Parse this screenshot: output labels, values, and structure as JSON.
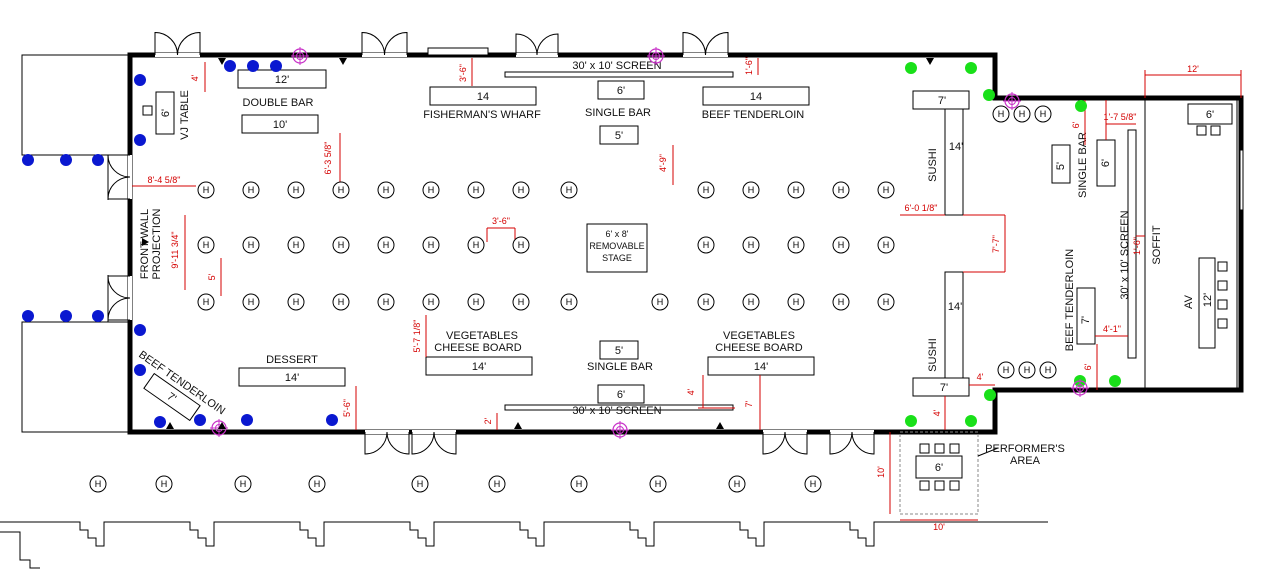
{
  "colors": {
    "wall": "#000000",
    "dimension": "#d40000",
    "blue_light": "#0a18d0",
    "green_light": "#19e019",
    "magenta_fixture": "#c832c8"
  },
  "icons": {
    "highboy_table": "circle-with-H",
    "uplight": "filled-circle",
    "speaker": "magenta-crosshair-circle",
    "door": "double-swing-door"
  },
  "highboy_letter": "H",
  "labels": {
    "screen_top": "30' x 10' SCREEN",
    "screen_bottom": "30' x 10' SCREEN",
    "screen_right": "30' x 10' SCREEN",
    "double_bar": "DOUBLE BAR",
    "double_bar_len": "12'",
    "double_bar_len2": "10'",
    "vj_table": "VJ TABLE",
    "vj_table_len": "6'",
    "fishermans_wharf": "FISHERMAN'S WHARF",
    "fishermans_len": "14",
    "single_bar_top": "SINGLE BAR",
    "single_bar_top_len": "6'",
    "single_bar_top_len2": "5'",
    "beef_tenderloin_top": "BEEF TENDERLOIN",
    "beef_tenderloin_top_len": "14",
    "sushi_top": "SUSHI",
    "sushi_top_len": "14'",
    "sushi_top_len2": "7'",
    "front_wall_projection": "FRONT WALL PROJECTION",
    "stage_line1": "6' x 8'",
    "stage_line2": "REMOVABLE",
    "stage_line3": "STAGE",
    "dessert": "DESSERT",
    "dessert_len": "14'",
    "beef_tenderloin_left": "BEEF TENDERLOIN",
    "beef_tenderloin_left_len": "7'",
    "veg_cheese_left_l1": "VEGETABLES",
    "veg_cheese_left_l2": "CHEESE BOARD",
    "veg_cheese_left_len": "14'",
    "single_bar_bottom": "SINGLE BAR",
    "single_bar_bottom_len": "5'",
    "single_bar_bottom_len2": "6'",
    "veg_cheese_right_l1": "VEGETABLES",
    "veg_cheese_right_l2": "CHEESE BOARD",
    "veg_cheese_right_len": "14'",
    "sushi_bottom": "SUSHI",
    "sushi_bottom_len": "14'",
    "sushi_bottom_len2": "7'",
    "single_bar_right": "SINGLE BAR",
    "single_bar_right_len": "5'",
    "single_bar_right_len2": "6'",
    "beef_tenderloin_right": "BEEF TENDERLOIN",
    "beef_tenderloin_right_len": "7'",
    "soffit": "SOFFIT",
    "av": "AV",
    "av_len": "12'",
    "av_table_len": "6'",
    "performer_area_l1": "PERFORMER'S",
    "performer_area_l2": "AREA",
    "performer_table_len": "6'"
  },
  "dimensions": {
    "d_4_top": "4'",
    "d_3_6_top": "3'-6\"",
    "d_1_6_top": "1'-6\"",
    "d_6_3": "6'-3 5/8\"",
    "d_8_4": "8'-4 5/8\"",
    "d_4_9": "4'-9\"",
    "d_9_11": "9'-11 3/4\"",
    "d_3_6_mid": "3'-6\"",
    "d_5": "5'",
    "d_6_0": "6'-0 1/8\"",
    "d_7_7": "7'-7\"",
    "d_5_7": "5'-7 1/8\"",
    "d_5_6": "5'-6\"",
    "d_2": "2'",
    "d_4_bottom": "4'",
    "d_7_bottom": "7'",
    "d_4_right": "4'",
    "d_4_right2": "4'",
    "d_12": "12'",
    "d_1_7": "1'-7 5/8\"",
    "d_6_right": "6'",
    "d_1_6_right": "1'-6\"",
    "d_4_1": "4'-1\"",
    "d_6_right_bottom": "6'",
    "d_10_v": "10'",
    "d_10_h": "10'"
  }
}
